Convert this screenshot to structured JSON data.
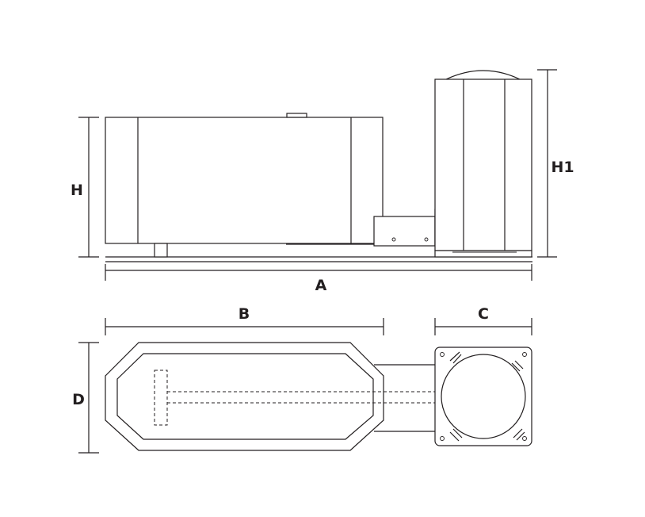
{
  "labels": {
    "a": "A",
    "b": "B",
    "c": "C",
    "d": "D",
    "h": "H",
    "h1": "H1"
  },
  "colors": {
    "line": "#231f20",
    "background": "#ffffff"
  }
}
